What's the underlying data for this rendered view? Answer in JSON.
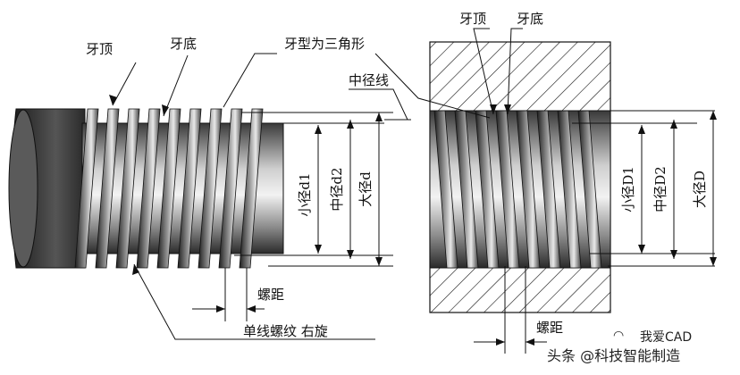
{
  "labels": {
    "crest_left": "牙顶",
    "root_left": "牙底",
    "triangle_profile": "牙型为三角形",
    "crest_right": "牙顶",
    "root_right": "牙底",
    "pitch_line": "中径线",
    "minor_d": "小径d1",
    "pitch_d": "中径d2",
    "major_d": "大径d",
    "minor_D": "小径D1",
    "pitch_D": "中径D2",
    "major_D": "大径D",
    "pitch_left": "螺距",
    "single_rh": "单线螺纹  右旋",
    "pitch_right": "螺距"
  },
  "watermark": {
    "brand": "我爱CAD",
    "source": "头条 @科技智能制造"
  },
  "colors": {
    "line": "#111111",
    "thread_dark": "#2a2a2a",
    "thread_light": "#d8d8d8"
  }
}
